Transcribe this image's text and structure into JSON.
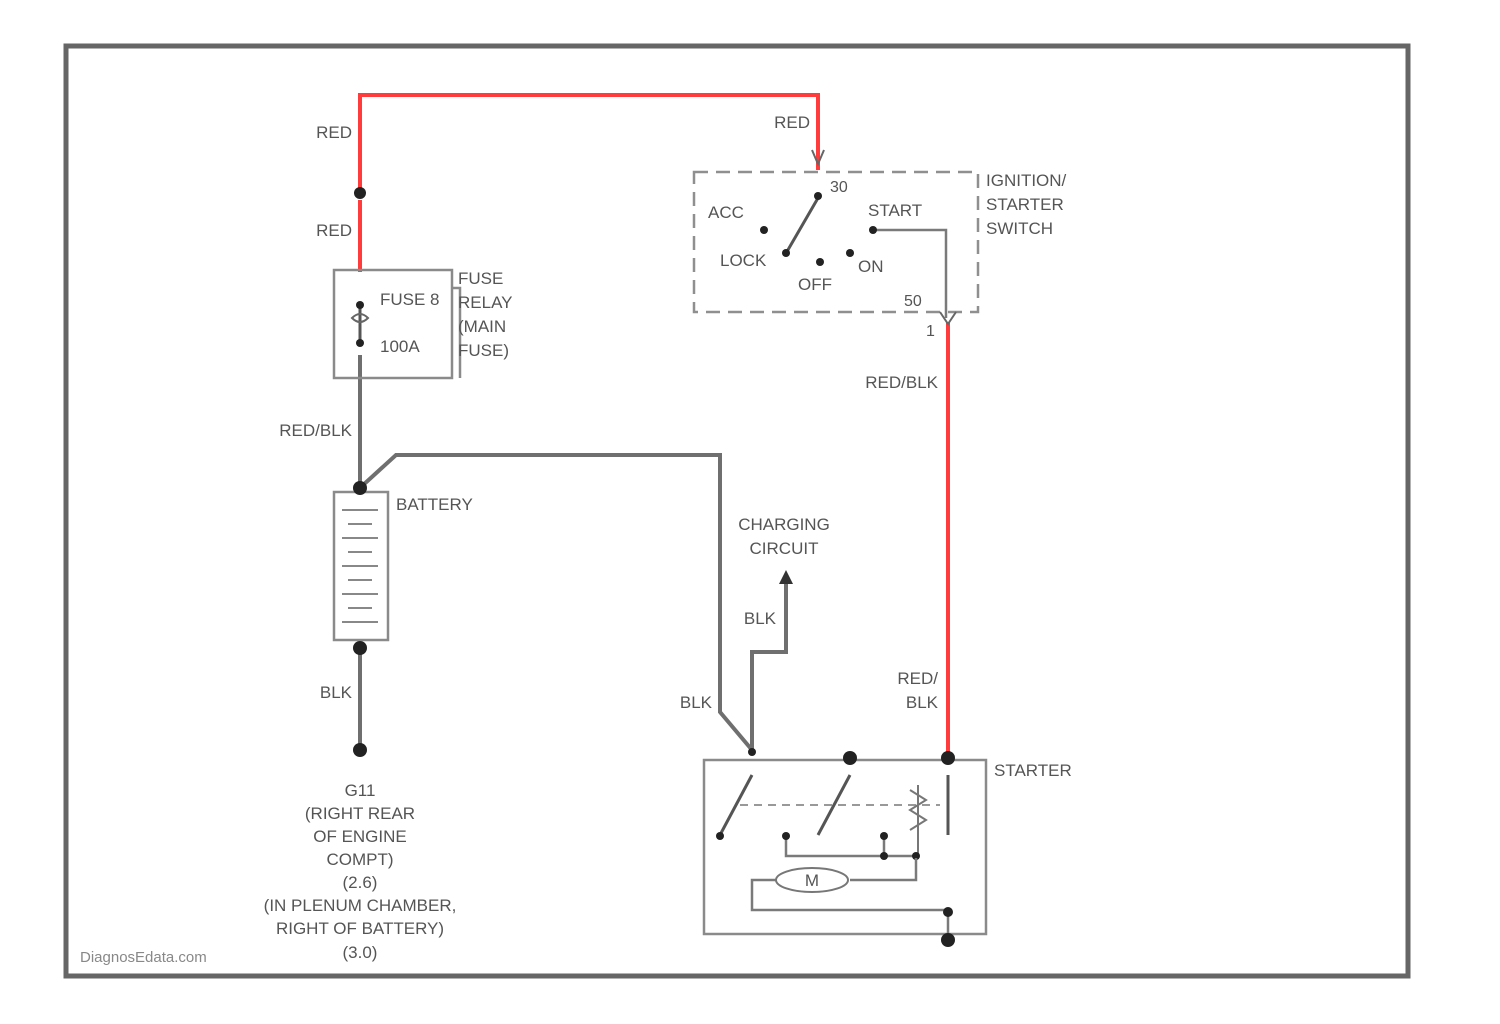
{
  "colors": {
    "red_wire": "#ff3b3b",
    "wire": "#6f6f6f",
    "frame": "#666666"
  },
  "wires": {
    "red_top_left": "RED",
    "red_mid_left": "RED",
    "red_top_right": "RED",
    "red_blk_vertical": "RED/BLK",
    "red_blk_bottom_line1": "RED/",
    "red_blk_bottom_line2": "BLK",
    "red_blk_left": "RED/BLK",
    "blk_battery": "BLK",
    "blk_charging": "BLK",
    "blk_starter": "BLK"
  },
  "ignition_switch": {
    "label_lines": [
      "IGNITION/",
      "STARTER",
      "SWITCH"
    ],
    "positions": [
      "ACC",
      "LOCK",
      "OFF",
      "ON",
      "START"
    ],
    "pin_top": "30",
    "pin_bottom": "50",
    "pin_bottom_2": "1"
  },
  "fuse": {
    "text": "FUSE 8",
    "rating": "100A",
    "label_lines": [
      "FUSE",
      "RELAY",
      "(MAIN",
      "FUSE)"
    ]
  },
  "battery": {
    "label": "BATTERY"
  },
  "charging": {
    "label_lines": [
      "CHARGING",
      "CIRCUIT"
    ]
  },
  "starter": {
    "label": "STARTER",
    "motor": "M"
  },
  "ground": {
    "label_lines": [
      "G11",
      "(RIGHT REAR",
      "OF ENGINE",
      "COMPT)",
      "(2.6)",
      "(IN PLENUM CHAMBER,",
      "RIGHT OF BATTERY)",
      "(3.0)"
    ]
  },
  "watermark": "DiagnosEdata.com"
}
